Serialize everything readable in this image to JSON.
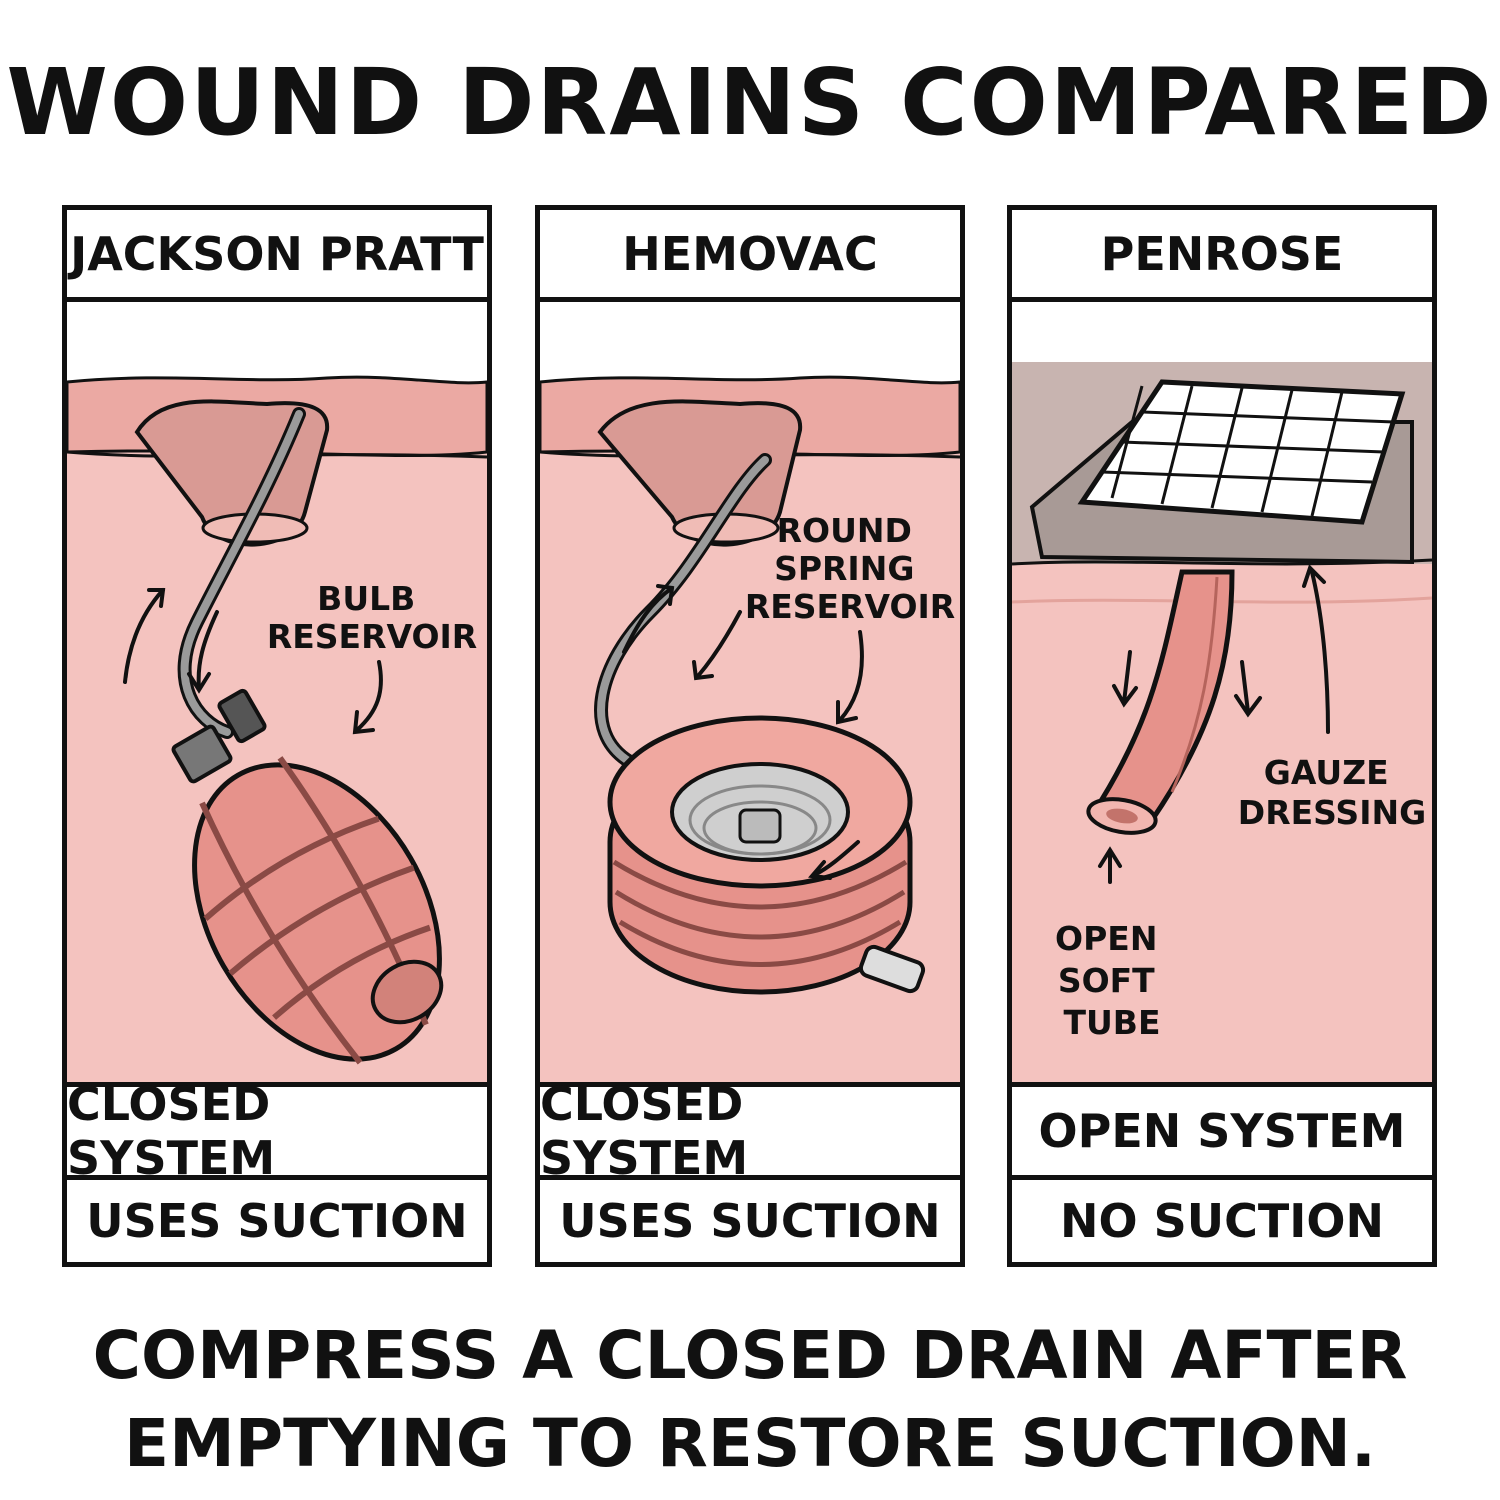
{
  "title": "WOUND DRAINS COMPARED",
  "panels": [
    {
      "name": "JACKSON PRATT",
      "label_lines": [
        "BULB",
        "RESERVOIR"
      ],
      "system": "CLOSED SYSTEM",
      "suction": "USES SUCTION"
    },
    {
      "name": "HEMOVAC",
      "label_lines": [
        "ROUND",
        "SPRING",
        "RESERVOIR"
      ],
      "system": "CLOSED SYSTEM",
      "suction": "USES SUCTION"
    },
    {
      "name": "PENROSE",
      "label_a_lines": [
        "GAUZE",
        "DRESSING"
      ],
      "label_b_lines": [
        "OPEN",
        "SOFT",
        "TUBE"
      ],
      "system": "OPEN SYSTEM",
      "suction": "NO SUCTION"
    }
  ],
  "caption_lines": [
    "COMPRESS A CLOSED DRAIN AFTER",
    "EMPTYING TO RESTORE SUCTION."
  ],
  "colors": {
    "skin": "#f4c3bf",
    "skin_line": "#e8a6a0",
    "wound": "#d99a94",
    "device": "#e6928b",
    "device_dark": "#8a4a45",
    "tube": "#9a9a9a",
    "dressing_base": "#b8aaa6"
  }
}
